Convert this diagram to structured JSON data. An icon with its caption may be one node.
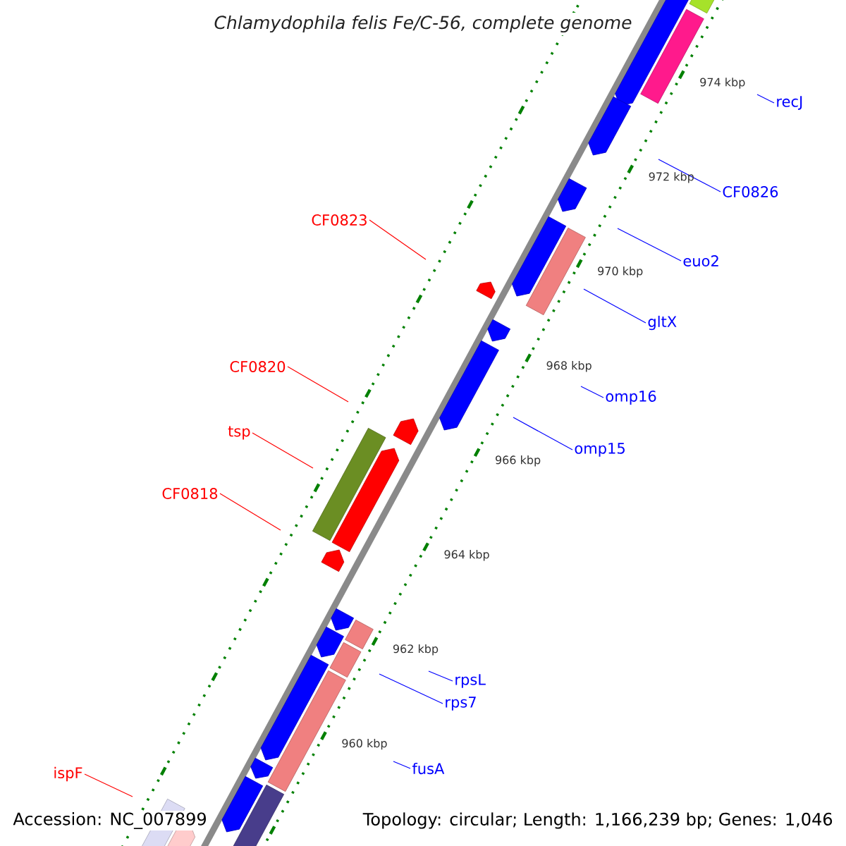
{
  "diagram": {
    "title": "Chlamydophila felis Fe/C-56, complete genome",
    "nodes": [
      {
        "text": [
          "recJ"
        ]
      },
      {
        "text": [
          "CF0826"
        ]
      },
      {
        "text": [
          "CF0823"
        ]
      },
      {
        "text": [
          "euo2"
        ]
      },
      {
        "text": [
          "gltX"
        ]
      },
      {
        "text": [
          "CF0820"
        ]
      },
      {
        "text": [
          "omp16"
        ]
      },
      {
        "text": [
          "tsp"
        ]
      },
      {
        "text": [
          "omp15"
        ]
      },
      {
        "text": [
          "CF0818"
        ]
      },
      {
        "text": [
          "rpsL"
        ]
      },
      {
        "text": [
          "rps7"
        ]
      },
      {
        "text": [
          "fusA"
        ]
      },
      {
        "text": [
          "ispF"
        ]
      }
    ],
    "edges": [
      {
        "from": 0,
        "to": null,
        "arrow": "none"
      },
      {
        "from": 1,
        "to": null,
        "arrow": "none"
      },
      {
        "from": 2,
        "to": null,
        "arrow": "none",
        "color": "#ff0000"
      },
      {
        "from": 3,
        "to": null,
        "arrow": "none"
      },
      {
        "from": 4,
        "to": null,
        "arrow": "none"
      },
      {
        "from": 5,
        "to": null,
        "arrow": "none",
        "color": "#ff0000"
      },
      {
        "from": 6,
        "to": null,
        "arrow": "none"
      },
      {
        "from": 7,
        "to": null,
        "arrow": "none",
        "color": "#ff0000"
      },
      {
        "from": 8,
        "to": null,
        "arrow": "none"
      },
      {
        "from": 9,
        "to": null,
        "arrow": "none",
        "color": "#ff0000"
      },
      {
        "from": 10,
        "to": null,
        "arrow": "none"
      },
      {
        "from": 11,
        "to": null,
        "arrow": "none"
      },
      {
        "from": 12,
        "to": null,
        "arrow": "none"
      },
      {
        "from": 13,
        "to": null,
        "arrow": "none",
        "color": "#ff0000"
      }
    ],
    "labels": [
      "974 kbp",
      "972 kbp",
      "970 kbp",
      "968 kbp",
      "966 kbp",
      "964 kbp",
      "962 kbp",
      "960 kbp",
      "Accession: NC_007899",
      "Topology: circular; Length: 1,166,239 bp; Genes: 1,046"
    ]
  }
}
